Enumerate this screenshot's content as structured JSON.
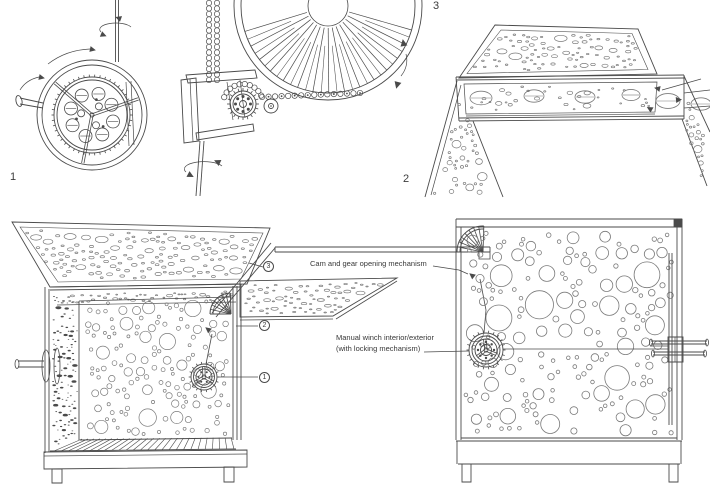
{
  "colors": {
    "line": "#4a4a4a",
    "thin": "#7a7a7a",
    "text": "#383838",
    "background": "#ffffff"
  },
  "details": {
    "label_1": "1",
    "label_2": "2",
    "label_3": "3"
  },
  "callouts": {
    "callout_1": "1",
    "callout_2": "2",
    "callout_3": "3"
  },
  "annotations": {
    "cam_gear": "Cam and gear opening mechanism",
    "manual_winch_line1": "Manual winch interior/exterior",
    "manual_winch_line2": "(with locking mechanism)"
  }
}
